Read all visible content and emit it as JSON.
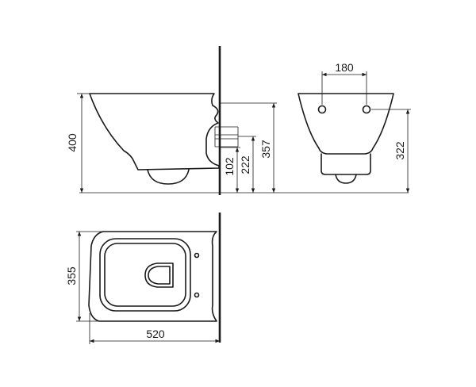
{
  "dimensions": {
    "side_height": "400",
    "outlet_height": "102",
    "inlet_height": "222",
    "bolt_height": "357",
    "bolt_spacing": "180",
    "front_height": "322",
    "width": "355",
    "length": "520"
  }
}
